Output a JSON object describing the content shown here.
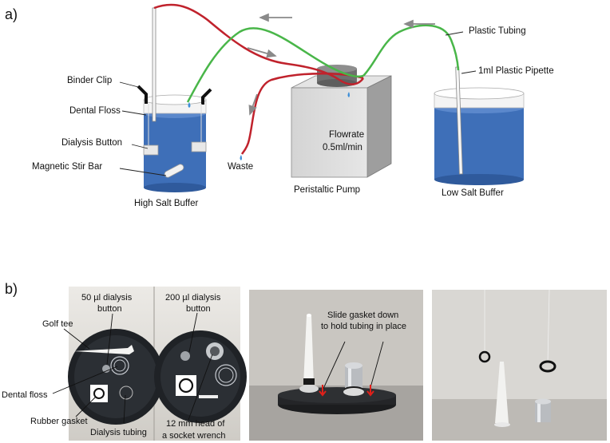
{
  "panel_a": {
    "tag": "a)",
    "labels": {
      "binder_clip": "Binder Clip",
      "dental_floss": "Dental Floss",
      "dialysis_button": "Dialysis Button",
      "magnetic_stir_bar": "Magnetic Stir Bar",
      "high_salt_buffer": "High Salt Buffer",
      "waste": "Waste",
      "flowrate_line1": "Flowrate",
      "flowrate_line2": "0.5ml/min",
      "peristaltic_pump": "Peristaltic Pump",
      "plastic_tubing": "Plastic Tubing",
      "plastic_pipette": "1ml Plastic Pipette",
      "low_salt_buffer": "Low Salt Buffer"
    },
    "colors": {
      "buffer_blue": "#3e6fb8",
      "tubing_red": "#c0222c",
      "tubing_green": "#49b649",
      "pump_gray": "#c9c9c9",
      "arrow_gray": "#8a8a8a"
    }
  },
  "panel_b": {
    "tag": "b)",
    "photo1": {
      "label_50ul_l1": "50 µl dialysis",
      "label_50ul_l2": "button",
      "label_200ul_l1": "200 µl dialysis",
      "label_200ul_l2": "button",
      "golf_tee": "Golf tee",
      "dental_floss": "Dental floss",
      "rubber_gasket": "Rubber gasket",
      "dialysis_tubing": "Dialysis tubing",
      "wrench_l1": "12 mm head of",
      "wrench_l2": "a socket wrench"
    },
    "photo2": {
      "slide_l1": "Slide gasket down",
      "slide_l2": "to hold tubing in place"
    }
  }
}
